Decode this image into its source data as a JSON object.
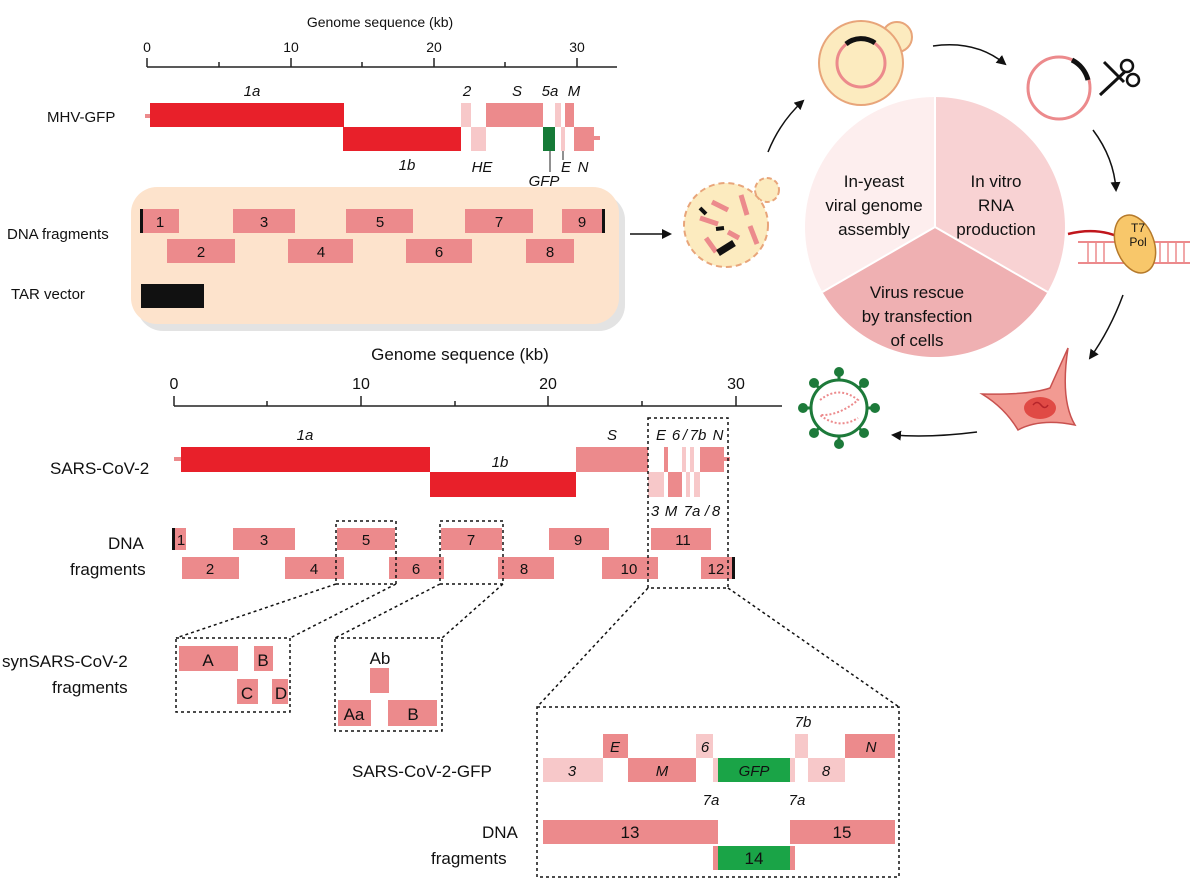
{
  "colors": {
    "red": "#e8202a",
    "pink": "#ec8a8c",
    "light_pink": "#f7c8c9",
    "green": "#1aa447",
    "dark_green": "#157a37",
    "peach": "#fde3cc",
    "yeast": "#fcebbf",
    "yeast_border": "#e8a57a",
    "pie_a": "#fdeeee",
    "pie_b": "#f8d2d3",
    "pie_c": "#efb0b2",
    "cell": "#f29a92",
    "virus": "#1d7a3a"
  },
  "top_axis": {
    "title": "Genome sequence (kb)",
    "ticks": [
      "0",
      "10",
      "20",
      "30"
    ]
  },
  "mhv": {
    "label": "MHV-GFP",
    "genes": {
      "g1a": "1a",
      "g1b": "1b",
      "g2": "2",
      "gHE": "HE",
      "gS": "S",
      "g5a": "5a",
      "gM": "M",
      "gGFP": "GFP",
      "gE": "E",
      "gN": "N"
    },
    "fragments_label": "DNA fragments",
    "fragments": [
      "1",
      "2",
      "3",
      "4",
      "5",
      "6",
      "7",
      "8",
      "9"
    ],
    "tar_label": "TAR vector"
  },
  "cycle": {
    "seg1": [
      "In-yeast",
      "viral genome",
      "assembly"
    ],
    "seg2": [
      "In vitro",
      "RNA",
      "production"
    ],
    "seg3": [
      "Virus rescue",
      "by transfection",
      "of cells"
    ],
    "t7_label": [
      "T7",
      "Pol"
    ]
  },
  "bottom_axis": {
    "title": "Genome sequence (kb)",
    "ticks": [
      "0",
      "10",
      "20",
      "30"
    ]
  },
  "sars": {
    "label": "SARS-CoV-2",
    "genes": {
      "g1a": "1a",
      "g1b": "1b",
      "gS": "S",
      "gE": "E",
      "g6": "6",
      "gslash": "/",
      "g7b": "7b",
      "gN": "N",
      "g3": "3",
      "gM": "M",
      "g7a": "7a",
      "gslash2": "/",
      "g8": "8"
    },
    "fragments_label": [
      "DNA",
      "fragments"
    ],
    "fragments": [
      "1",
      "2",
      "3",
      "4",
      "5",
      "6",
      "7",
      "8",
      "9",
      "10",
      "11",
      "12"
    ]
  },
  "syn": {
    "label": [
      "synSARS-CoV-2",
      "fragments"
    ],
    "group1": [
      "A",
      "B",
      "C",
      "D"
    ],
    "group2": [
      "Ab",
      "Aa",
      "B"
    ]
  },
  "gfp_panel": {
    "label": "SARS-CoV-2-GFP",
    "genes": {
      "g3": "3",
      "gE": "E",
      "gM": "M",
      "g6": "6",
      "gGFP": "GFP",
      "g7b": "7b",
      "g8": "8",
      "gN": "N",
      "g7a_left": "7a",
      "g7a_right": "7a"
    },
    "fragments_label": [
      "DNA",
      "fragments"
    ],
    "fragments": [
      "13",
      "14",
      "15"
    ]
  }
}
